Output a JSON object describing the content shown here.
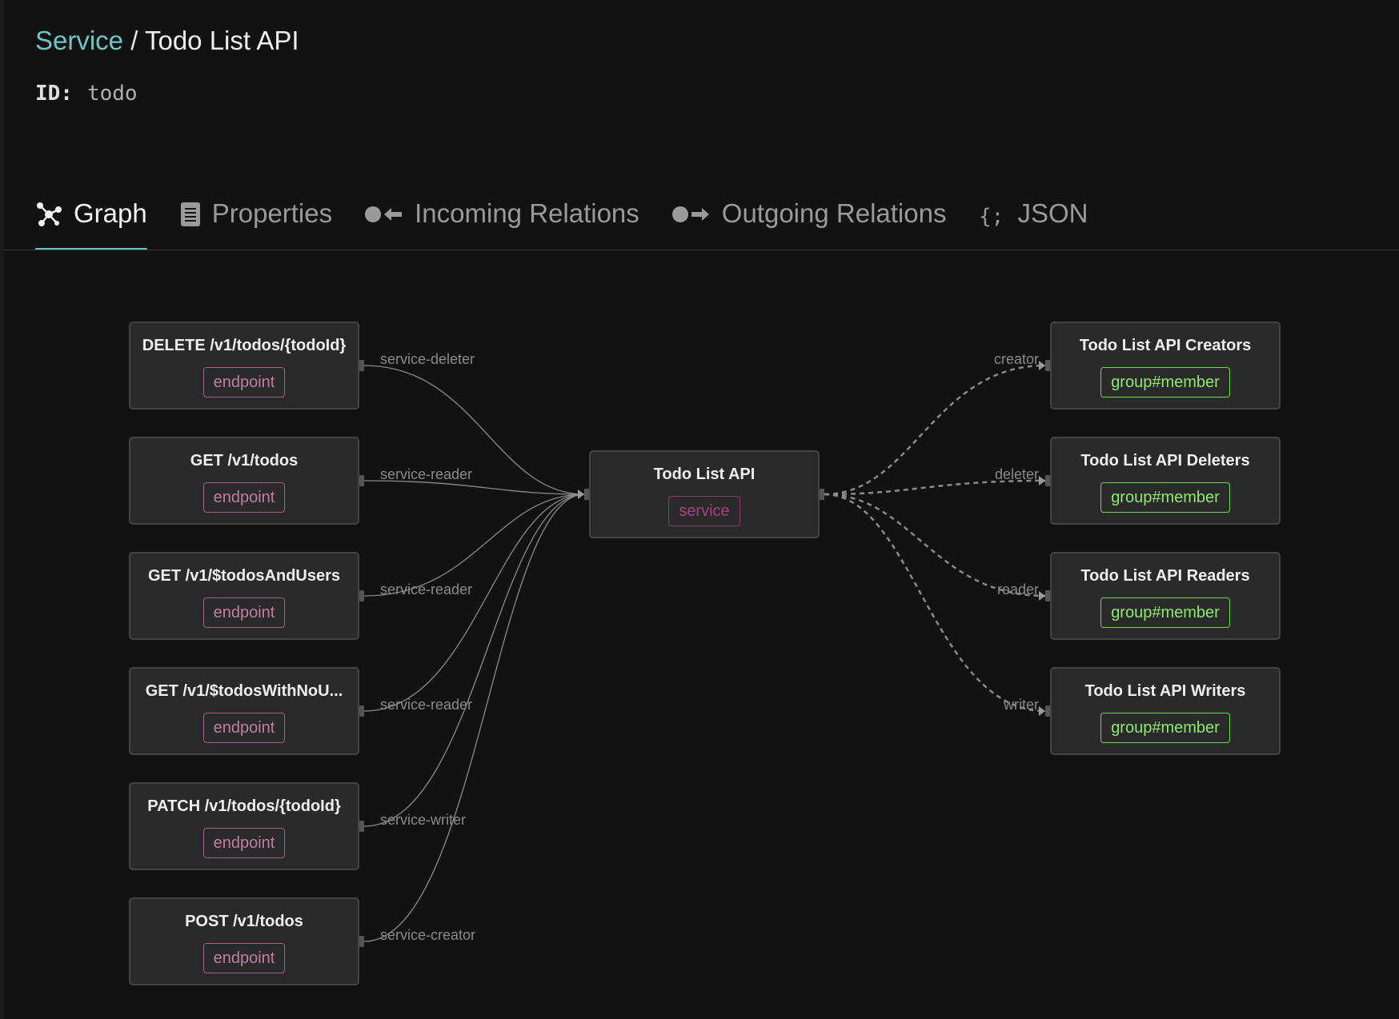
{
  "breadcrumb": {
    "parent": "Service",
    "separator": "/",
    "current": "Todo List API"
  },
  "id_row": {
    "label": "ID:",
    "value": "todo"
  },
  "tabs": [
    {
      "label": "Graph",
      "icon": "graph-icon",
      "active": true
    },
    {
      "label": "Properties",
      "icon": "document-icon",
      "active": false
    },
    {
      "label": "Incoming Relations",
      "icon": "incoming-relations-icon",
      "active": false
    },
    {
      "label": "Outgoing Relations",
      "icon": "outgoing-relations-icon",
      "active": false
    },
    {
      "label": "JSON",
      "icon": "json-icon",
      "active": false
    }
  ],
  "graph": {
    "center": {
      "title": "Todo List API",
      "badge": "service"
    },
    "incoming": [
      {
        "title": "DELETE /v1/todos/{todoId}",
        "badge": "endpoint",
        "relation": "service-deleter"
      },
      {
        "title": "GET /v1/todos",
        "badge": "endpoint",
        "relation": "service-reader"
      },
      {
        "title": "GET /v1/$todosAndUsers",
        "badge": "endpoint",
        "relation": "service-reader"
      },
      {
        "title": "GET /v1/$todosWithNoU...",
        "badge": "endpoint",
        "relation": "service-reader"
      },
      {
        "title": "PATCH /v1/todos/{todoId}",
        "badge": "endpoint",
        "relation": "service-writer"
      },
      {
        "title": "POST /v1/todos",
        "badge": "endpoint",
        "relation": "service-creator"
      }
    ],
    "outgoing": [
      {
        "title": "Todo List API Creators",
        "badge": "group#member",
        "relation": "creator"
      },
      {
        "title": "Todo List API Deleters",
        "badge": "group#member",
        "relation": "deleter"
      },
      {
        "title": "Todo List API Readers",
        "badge": "group#member",
        "relation": "reader"
      },
      {
        "title": "Todo List API Writers",
        "badge": "group#member",
        "relation": "writer"
      }
    ]
  },
  "colors": {
    "accent": "#64c3c3",
    "endpoint_badge": "#c07fa3",
    "service_badge": "#a8427e",
    "group_badge": "#8fe86f",
    "edge": "#8a8a8a"
  }
}
